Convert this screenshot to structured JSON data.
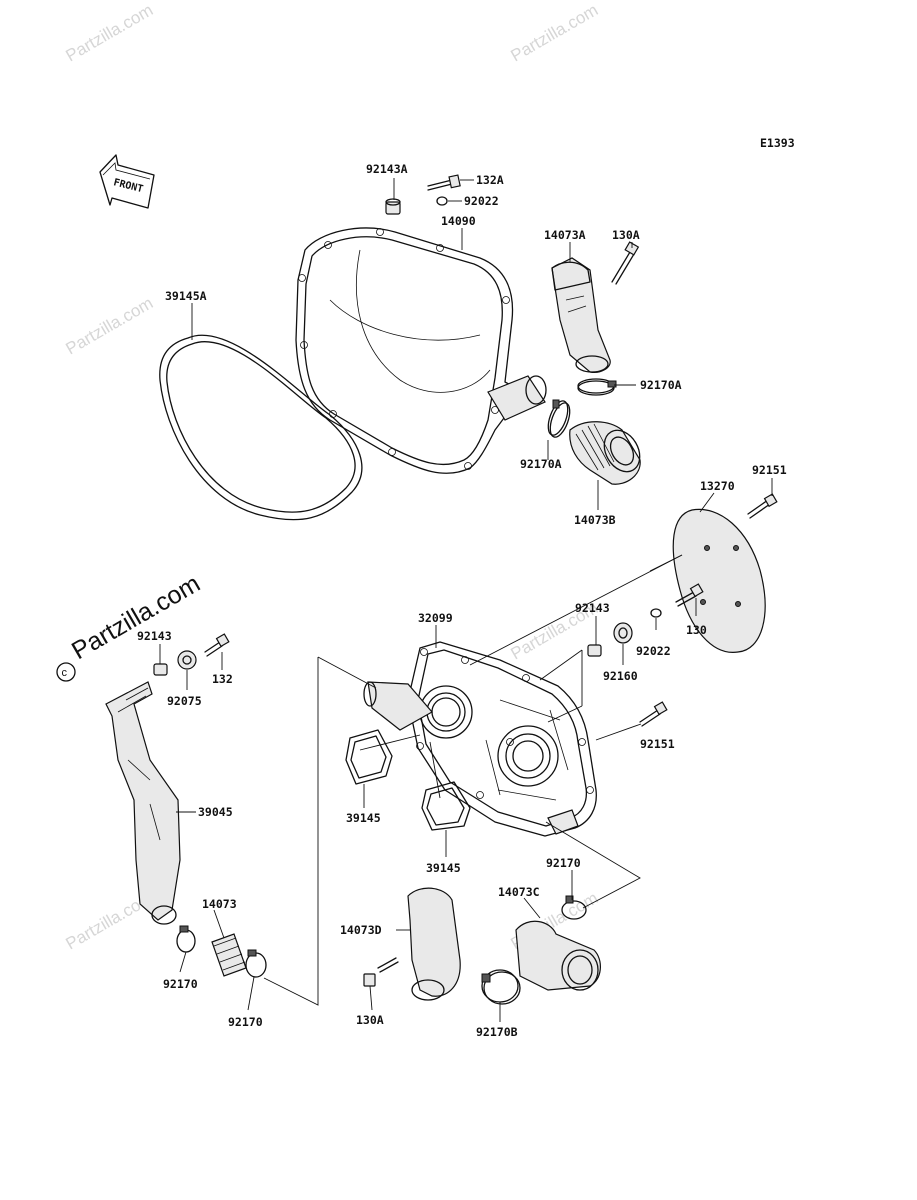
{
  "diagram_code": "E1393",
  "watermark": "Partzilla.com",
  "front_arrow_text": "FRONT",
  "labels": {
    "p92143A": "92143A",
    "p132A": "132A",
    "p92022_top": "92022",
    "p14090": "14090",
    "p14073A": "14073A",
    "p130A_top": "130A",
    "p39145A": "39145A",
    "p92170A_right": "92170A",
    "p92170A_left": "92170A",
    "p14073B": "14073B",
    "p92151_top": "92151",
    "p13270": "13270",
    "p32099": "32099",
    "p92143_mid": "92143",
    "p92022_mid": "92022",
    "p130": "130",
    "p92160": "92160",
    "p92151_mid": "92151",
    "p92143_left": "92143",
    "p132": "132",
    "p92075": "92075",
    "p39045": "39045",
    "p39145_a": "39145",
    "p39145_b": "39145",
    "p92170_right": "92170",
    "p14073C": "14073C",
    "p14073D": "14073D",
    "p14073": "14073",
    "p130A_bottom": "130A",
    "p92170B": "92170B",
    "p92170_left": "92170",
    "p92170_bottom": "92170"
  }
}
